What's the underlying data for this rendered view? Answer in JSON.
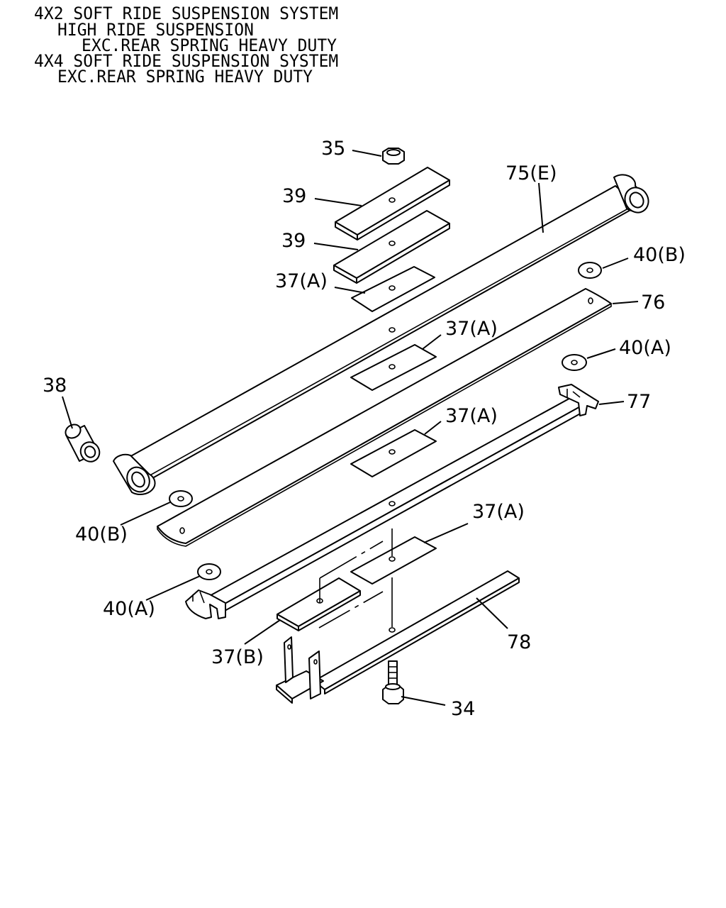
{
  "heading": [
    "4X2 SOFT RIDE SUSPENSION SYSTEM",
    "HIGH RIDE SUSPENSION",
    "EXC.REAR SPRING HEAVY DUTY",
    "4X4 SOFT RIDE SUSPENSION SYSTEM",
    "EXC.REAR SPRING HEAVY DUTY"
  ],
  "callouts": {
    "c35": "35",
    "c39a": "39",
    "c39b": "39",
    "c37a_1": "37(A)",
    "c75e": "75(E)",
    "c40b_1": "40(B)",
    "c76": "76",
    "c37a_2": "37(A)",
    "c40a_1": "40(A)",
    "c38": "38",
    "c77": "77",
    "c37a_3": "37(A)",
    "c40b_2": "40(B)",
    "c37a_4": "37(A)",
    "c40a_2": "40(A)",
    "c37b": "37(B)",
    "c78": "78",
    "c34": "34"
  }
}
